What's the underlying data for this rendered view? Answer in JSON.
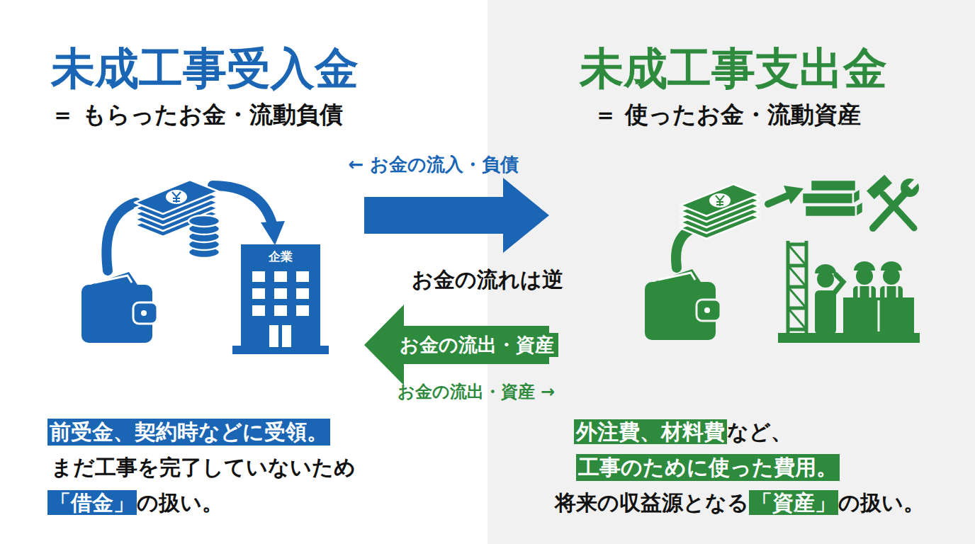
{
  "diagram": {
    "nodes": [
      {
        "text": [
          "未成工事受入金",
          "＝ もらったお金・流動負債",
          "前受金、契約時などに受領。",
          "まだ工事を完了していないため",
          "「借金」の扱い。"
        ]
      },
      {
        "text": [
          "企業"
        ],
        "in": 0
      },
      {
        "text": [
          "未成工事支出金",
          "＝ 使ったお金・流動資産",
          "外注費、材料費など、",
          "工事のために使った費用。",
          "将来の収益源となる「資産」の扱い。"
        ]
      }
    ],
    "edges": [
      {
        "from": 0,
        "to": 2,
        "arrow": "to",
        "label": "← お金の流入・負債"
      },
      {
        "from": 2,
        "to": 0,
        "arrow": "to",
        "label": "お金の流出・資産"
      }
    ],
    "labels": [
      "お金の流れは逆",
      "お金の流出・資産 →"
    ]
  }
}
